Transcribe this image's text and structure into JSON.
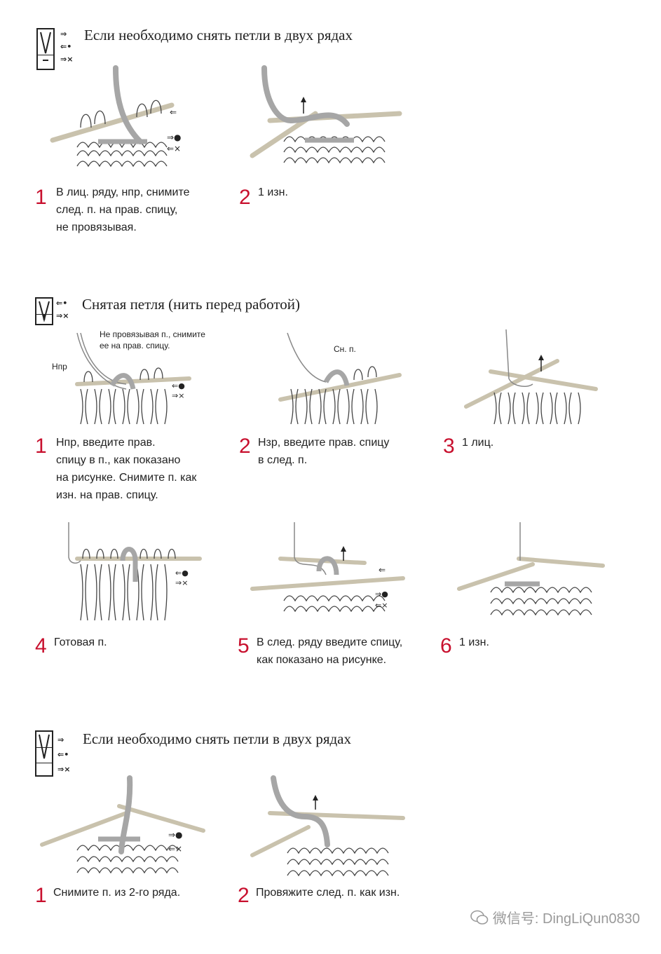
{
  "sections": [
    {
      "title": "Если необходимо снять петли в двух рядах",
      "steps": [
        {
          "num": "1",
          "text": "В лиц. ряду, нпр, снимите\nслед. п. на прав. спицу,\nне провязывая."
        },
        {
          "num": "2",
          "text": "1 изн."
        }
      ]
    },
    {
      "title": "Снятая петля (нить перед работой)",
      "callouts": {
        "npr": "Нпр",
        "not_knit": "Не провязывая п., снимите\nее на прав. спицу.",
        "sn_p": "Сн. п."
      },
      "steps": [
        {
          "num": "1",
          "text": "Нпр, введите прав.\nспицу в п., как показано\nна рисунке. Снимите п. как\nизн. на прав. спицу."
        },
        {
          "num": "2",
          "text": "Нзр, введите прав. спицу\nв след. п."
        },
        {
          "num": "3",
          "text": "1 лиц."
        },
        {
          "num": "4",
          "text": "Готовая п."
        },
        {
          "num": "5",
          "text": "В след. ряду введите спицу,\nкак показано на рисунке."
        },
        {
          "num": "6",
          "text": "1 изн."
        }
      ]
    },
    {
      "title": "Если необходимо снять петли в двух рядах",
      "steps": [
        {
          "num": "1",
          "text": "Снимите п. из 2-го ряда."
        },
        {
          "num": "2",
          "text": "Провяжите след. п. как изн."
        }
      ]
    }
  ],
  "watermark": "微信号: DingLiQun0830",
  "colors": {
    "accent": "#c8102e",
    "yarn": "#a6a6a6",
    "needle": "#e9e2cf"
  }
}
